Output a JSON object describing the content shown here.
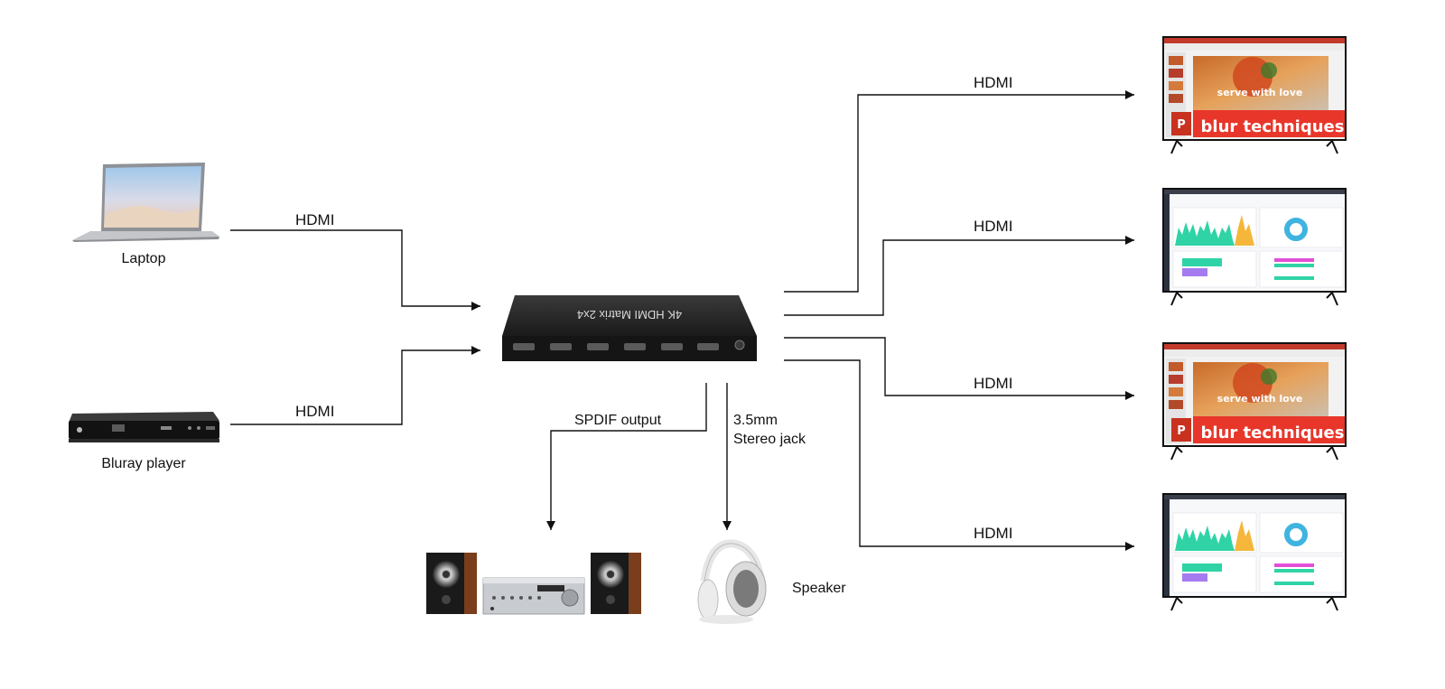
{
  "devices": {
    "laptop": "Laptop",
    "bluray": "Bluray player",
    "matrix_text": "4K HDMI Matrix 2x4",
    "speaker": "Speaker"
  },
  "connections": {
    "in_laptop": "HDMI",
    "in_bluray": "HDMI",
    "out_1": "HDMI",
    "out_2": "HDMI",
    "out_3": "HDMI",
    "out_4": "HDMI",
    "spdif": "SPDIF output",
    "jack_line1": "3.5mm",
    "jack_line2": "Stereo jack"
  },
  "screens": {
    "slide_subtitle": "serve with love",
    "slide_title": "blur techniques"
  },
  "colors": {
    "line": "#111111",
    "device_body": "#1c1c1c",
    "slide_red": "#e8362b",
    "chart_teal": "#2fd3a6",
    "chart_orange": "#f5b63c",
    "chart_purple": "#a57cf0",
    "chart_magenta": "#e24fd6",
    "chart_blue": "#3fb4e0"
  }
}
